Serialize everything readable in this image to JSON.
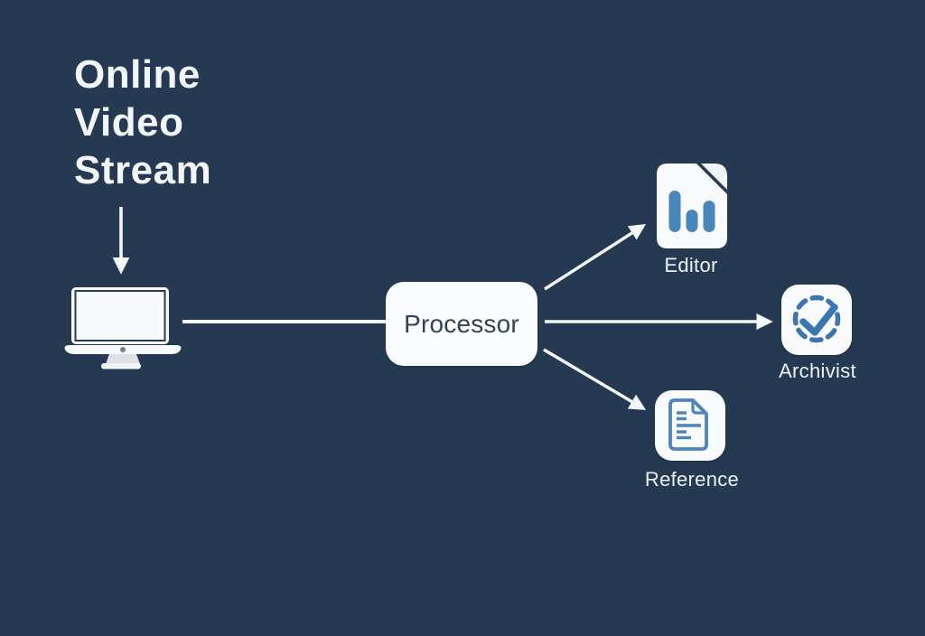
{
  "diagram": {
    "title": "Online Video Stream",
    "input": {
      "icon": "computer-monitor-icon"
    },
    "processor": {
      "label": "Processor"
    },
    "outputs": [
      {
        "id": "editor",
        "label": "Editor",
        "icon": "bar-chart-document-icon"
      },
      {
        "id": "archivist",
        "label": "Archivist",
        "icon": "check-circle-dashed-icon"
      },
      {
        "id": "reference",
        "label": "Reference",
        "icon": "document-lines-icon"
      }
    ],
    "edges": [
      {
        "from": "Online Video Stream",
        "to": "monitor",
        "style": "arrow"
      },
      {
        "from": "monitor",
        "to": "Processor",
        "style": "plain-line"
      },
      {
        "from": "Processor",
        "to": "Editor",
        "style": "arrow"
      },
      {
        "from": "Processor",
        "to": "Archivist",
        "style": "arrow"
      },
      {
        "from": "Processor",
        "to": "Reference",
        "style": "arrow"
      }
    ],
    "colors": {
      "background": "#253A52",
      "node_fill": "#F8FAFB",
      "accent_blue": "#4A86B9",
      "accent_blue_dark": "#3B76B0",
      "connector": "#F4F7F9",
      "processor_text": "#31435A",
      "label_text": "#EDF1F5"
    }
  }
}
